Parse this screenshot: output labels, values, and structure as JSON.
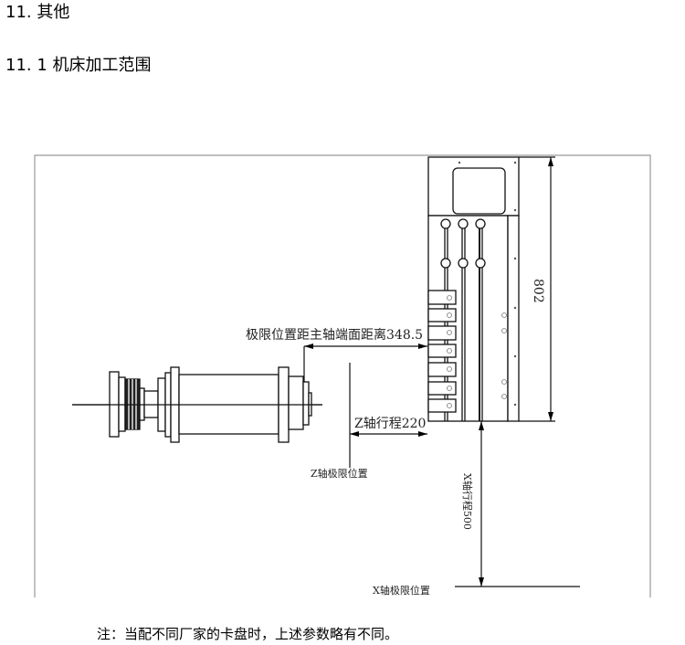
{
  "headings": {
    "section": "11. 其他",
    "subsection": "11. 1 机床加工范围"
  },
  "drawing": {
    "spindle_limit_distance": "极限位置距主轴端面距离348.5",
    "z_travel": "Z轴行程220",
    "z_limit": "Z轴极限位置",
    "x_travel": "X轴行程500",
    "x_limit": "X轴极限位置",
    "height_dim": "802"
  },
  "note": "注：当配不同厂家的卡盘时，上述参数略有不同。"
}
